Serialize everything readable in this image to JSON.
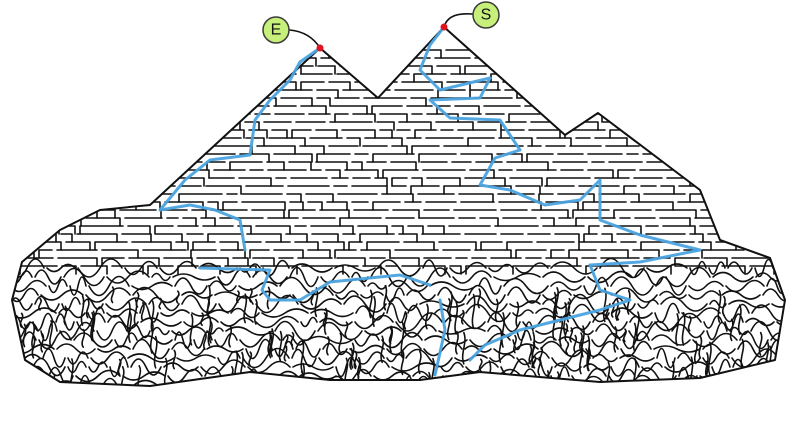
{
  "puzzle": {
    "type": "maze",
    "theme": "pyramids",
    "start_label": "S",
    "end_label": "E",
    "colors": {
      "background": "#ffffff",
      "walls": "#111111",
      "solution_path": "#4aa3df",
      "marker_fill": "#c6f07a",
      "marker_stroke": "#3a3a3a",
      "entry_dot": "#e0141e"
    }
  }
}
